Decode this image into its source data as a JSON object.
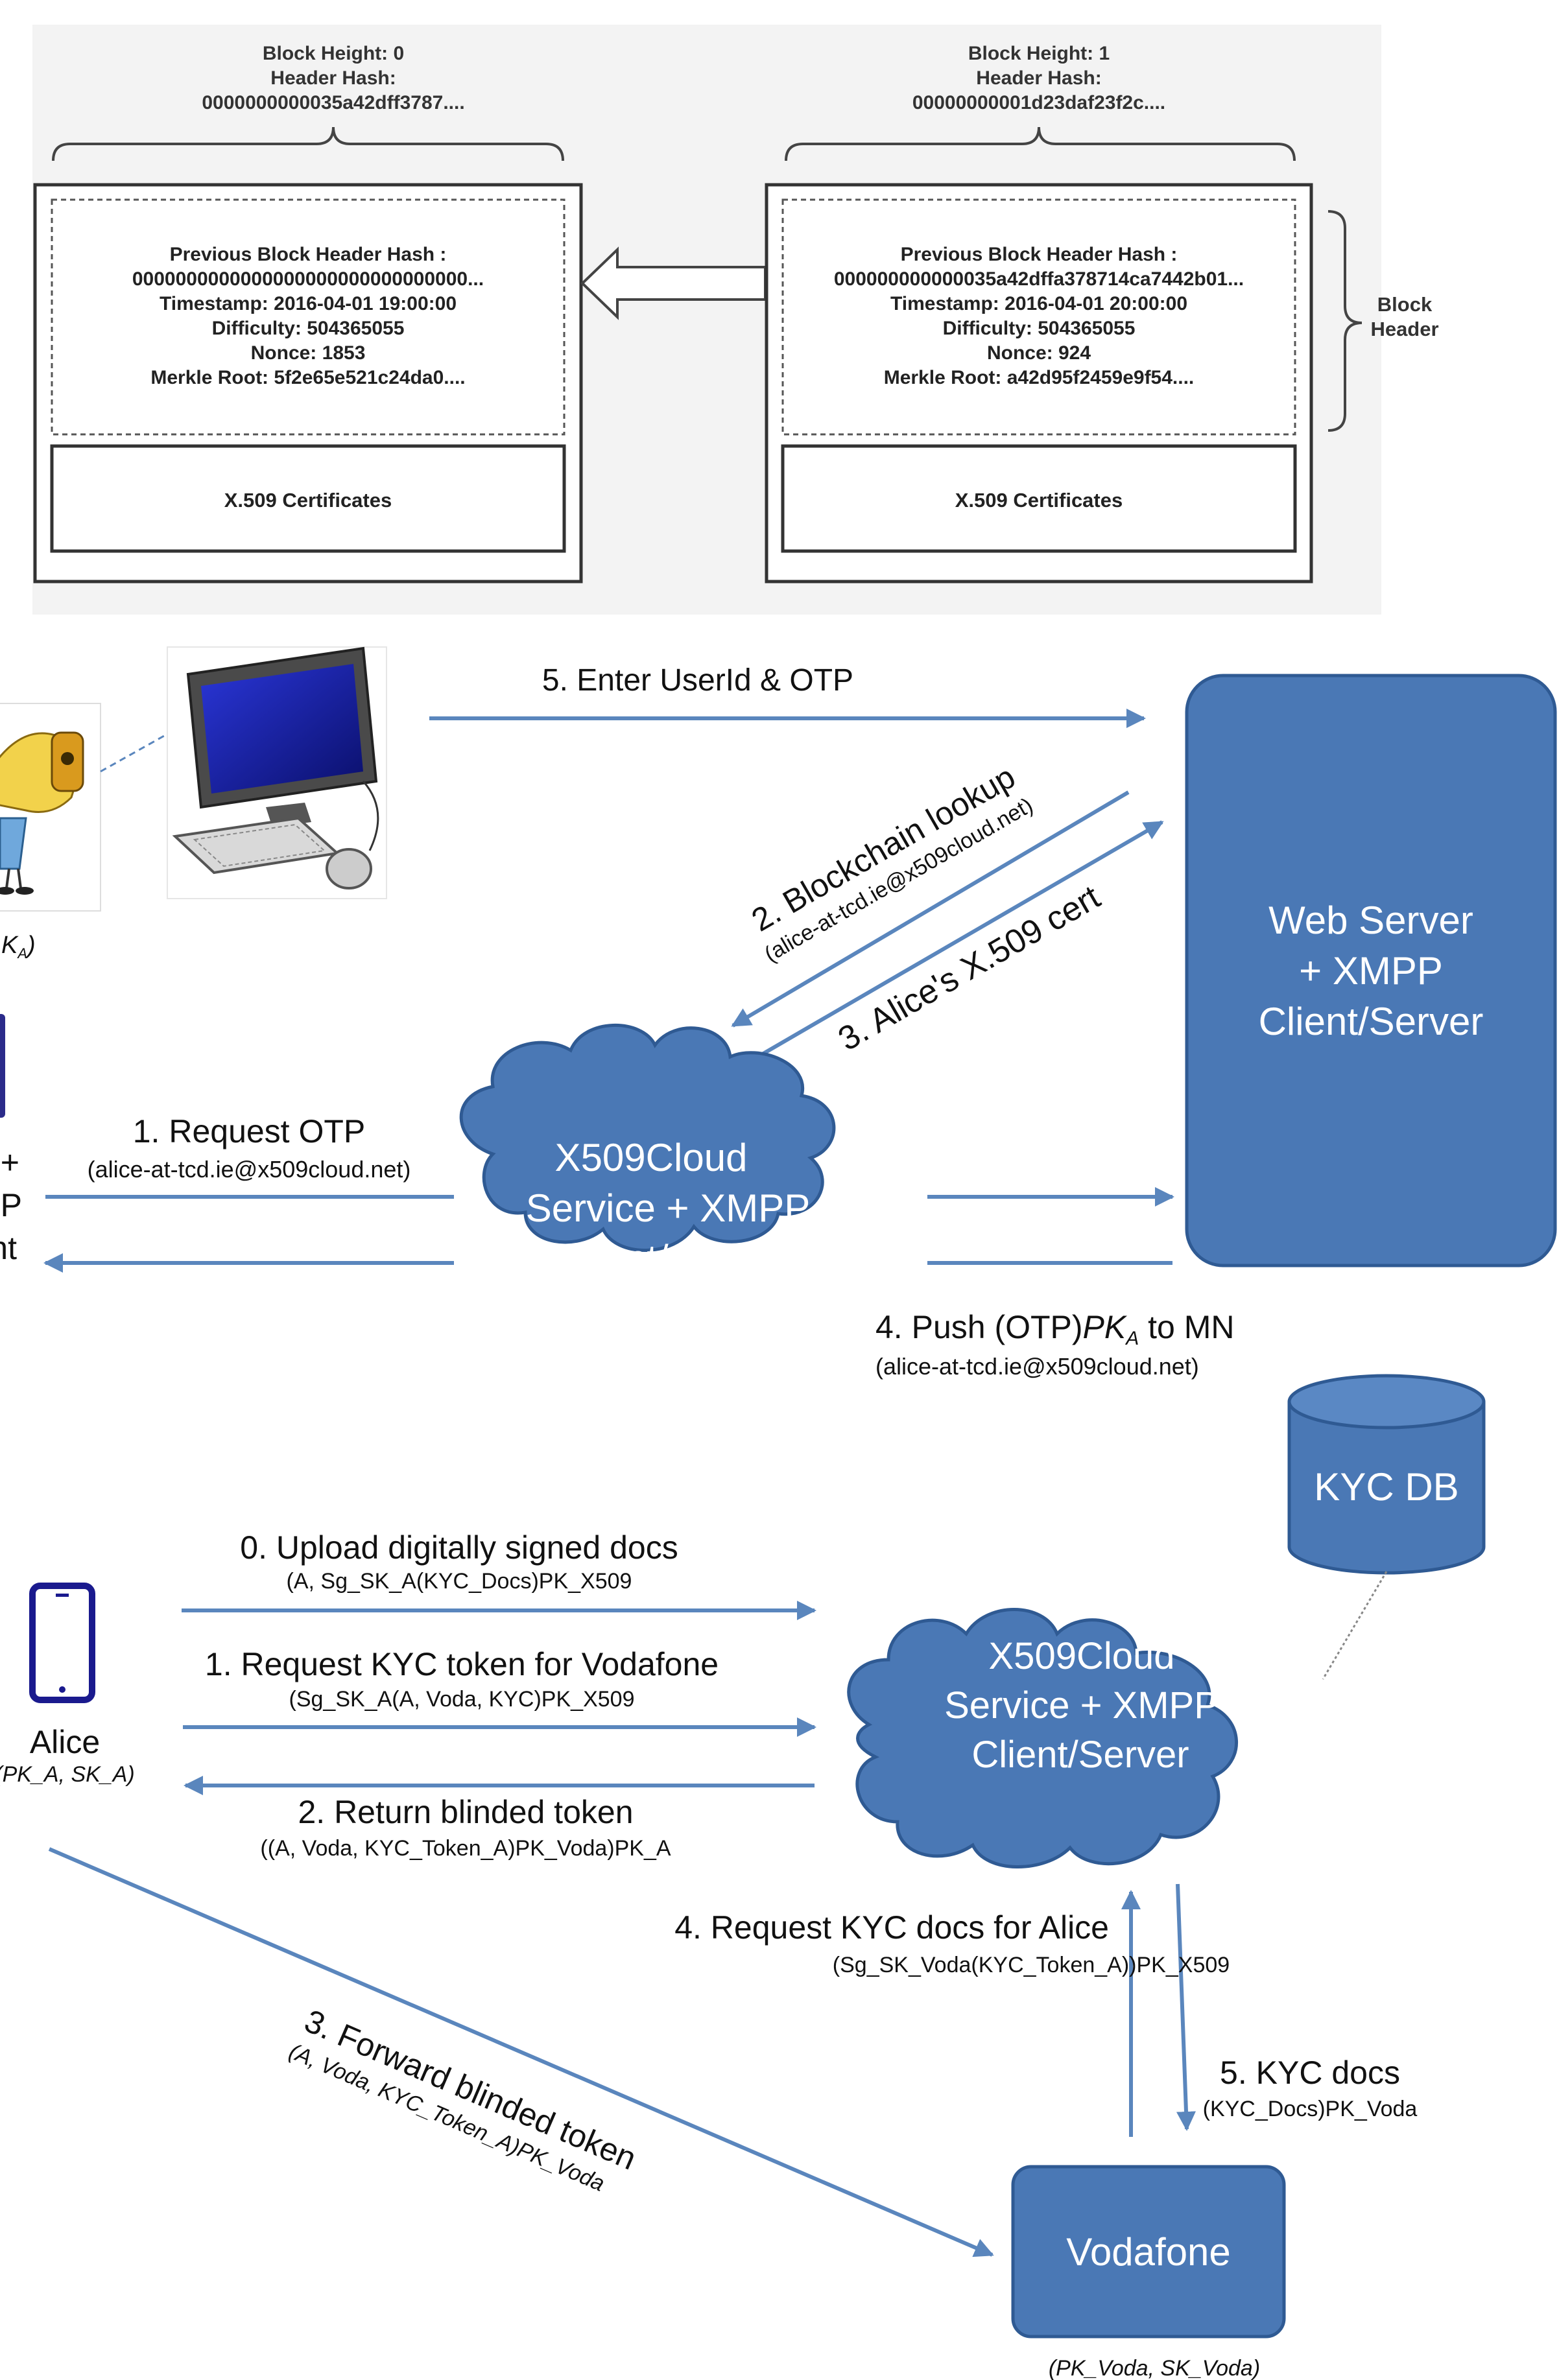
{
  "blockchain": {
    "blocks": [
      {
        "height_label": "Block Height: 0",
        "hash_label": "Header Hash:",
        "hash_value": "0000000000035a42dff3787....",
        "header_lines": [
          "Previous Block Header Hash :",
          "0000000000000000000000000000000...",
          "Timestamp: 2016-04-01 19:00:00",
          "Difficulty: 504365055",
          "Nonce: 1853",
          "Merkle Root: 5f2e65e521c24da0...."
        ],
        "certs_label": "X.509 Certificates"
      },
      {
        "height_label": "Block Height: 1",
        "hash_label": "Header Hash:",
        "hash_value": "00000000001d23daf23f2c....",
        "header_lines": [
          "Previous Block Header Hash :",
          "000000000000035a42dffa378714ca7442b01...",
          "Timestamp: 2016-04-01 20:00:00",
          "Difficulty: 504365055",
          "Nonce: 924",
          "Merkle Root: a42d95f2459e9f54...."
        ],
        "certs_label": "X.509 Certificates"
      }
    ],
    "block_header_label": [
      "Block",
      "Header"
    ]
  },
  "otp_flow": {
    "step5": "5. Enter UserId & OTP",
    "step2": "2. Blockchain lookup",
    "step2_sub": "(alice-at-tcd.ie@x509cloud.net)",
    "step3": "3. Alice's X.509 cert",
    "step1": "1. Request OTP",
    "step1_sub": "(alice-at-tcd.ie@x509cloud.net)",
    "step4_prefix": "4. Push (OTP)",
    "step4_key": "PK",
    "step4_key_sub": "A",
    "step4_suffix": " to MN",
    "step4_sub": "(alice-at-tcd.ie@x509cloud.net)",
    "web_server": [
      "Web Server",
      "+ XMPP",
      "Client/Server"
    ],
    "cloud": [
      "X509Cloud",
      "Service + XMPP",
      "Client/Server"
    ],
    "left_clip": [
      "+",
      "P",
      "nt"
    ],
    "left_key_clip": "K",
    "left_key_clip_sub": "A",
    "left_key_clip_suffix": ")"
  },
  "kyc_flow": {
    "step0": "0. Upload digitally signed docs",
    "step0_sub": "(A, Sg_SK_A(KYC_Docs)PK_X509",
    "step1": "1. Request KYC token for Vodafone",
    "step1_sub": "(Sg_SK_A(A, Voda, KYC)PK_X509",
    "step2": "2. Return blinded token",
    "step2_sub": "((A, Voda, KYC_Token_A)PK_Voda)PK_A",
    "step3": "3. Forward blinded token",
    "step3_sub": "(A, Voda, KYC_Token_A)PK_Voda",
    "step4": "4. Request KYC docs for Alice",
    "step4_sub": "(Sg_SK_Voda(KYC_Token_A))PK_X509",
    "step5": "5. KYC docs",
    "step5_sub": "(KYC_Docs)PK_Voda",
    "alice": "Alice",
    "alice_keys": "(PK_A, SK_A)",
    "cloud": [
      "X509Cloud",
      "Service + XMPP",
      "Client/Server"
    ],
    "kycdb": "KYC DB",
    "vodafone": "Vodafone",
    "vodafone_keys": "(PK_Voda, SK_Voda)"
  },
  "colors": {
    "blue": "#4a78b5",
    "blue_dark": "#2f5a93",
    "arrow": "#5a86bd",
    "panel_bg": "#f3f3f3"
  }
}
